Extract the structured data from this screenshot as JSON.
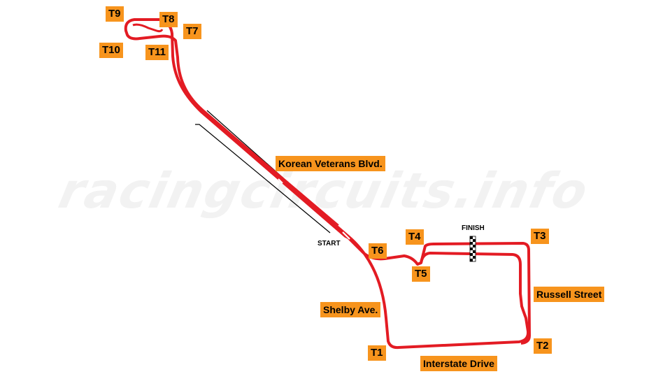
{
  "watermark": "racingcircuits.info",
  "colors": {
    "track": "#e31b23",
    "label_bg": "#f7941d",
    "wall": "#000000"
  },
  "turns": {
    "t1": "T1",
    "t2": "T2",
    "t3": "T3",
    "t4": "T4",
    "t5": "T5",
    "t6": "T6",
    "t7": "T7",
    "t8": "T8",
    "t9": "T9",
    "t10": "T10",
    "t11": "T11"
  },
  "streets": {
    "korean_veterans": "Korean Veterans Blvd.",
    "russell": "Russell Street",
    "shelby": "Shelby Ave.",
    "interstate": "Interstate Drive"
  },
  "markers": {
    "start": "START",
    "finish": "FINISH"
  }
}
